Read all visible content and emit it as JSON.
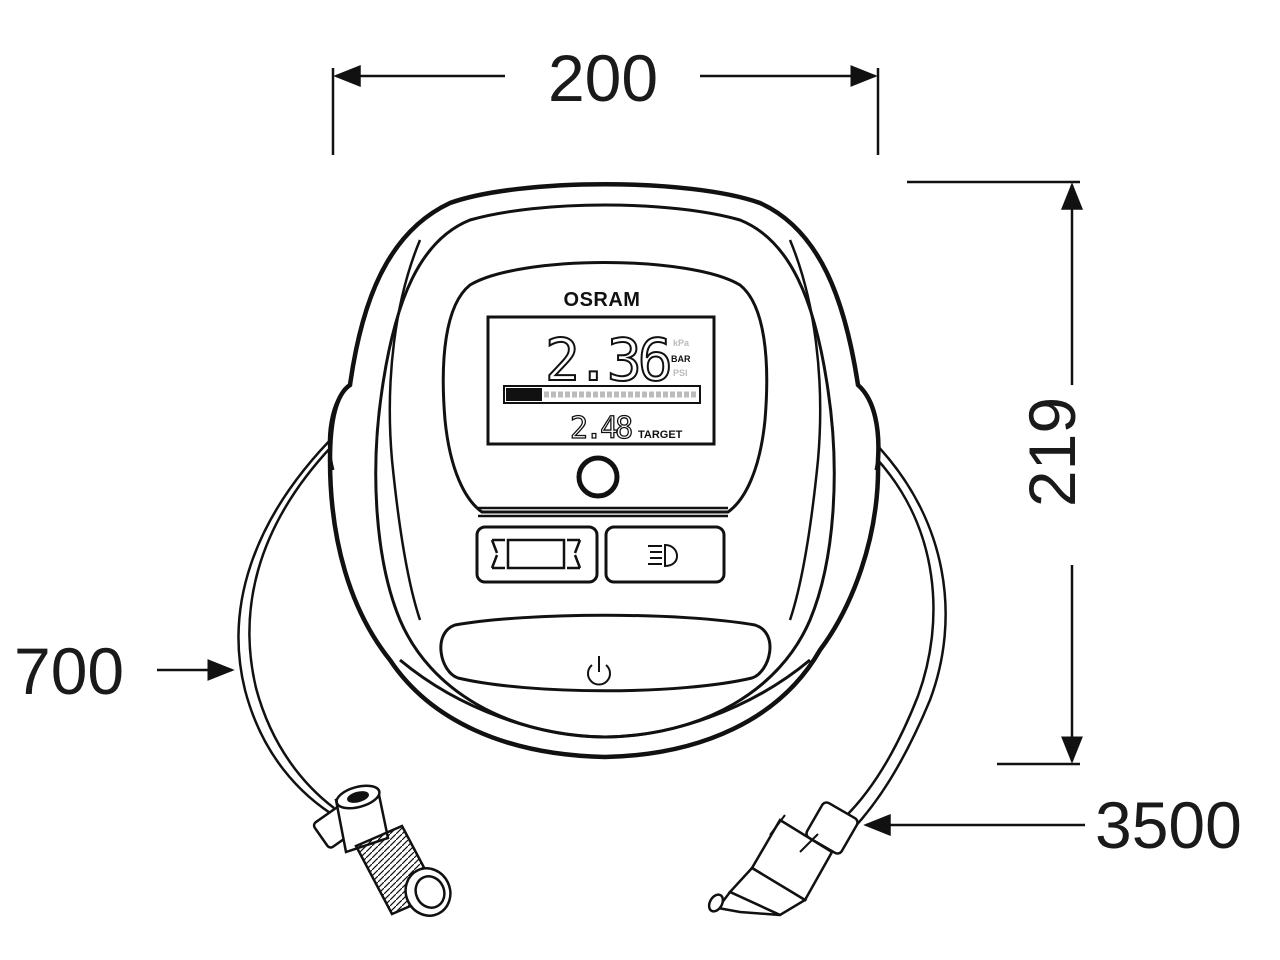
{
  "dimensions": {
    "width": "200",
    "height": "219",
    "hose_length": "700",
    "cable_length": "3500"
  },
  "device": {
    "brand": "OSRAM",
    "display": {
      "main_reading": "2.36",
      "units": [
        "kPa",
        "BAR",
        "PSI"
      ],
      "active_unit": "BAR",
      "target_value": "2.48",
      "target_label": "TARGET"
    },
    "buttons": [
      "unit-display-button",
      "light-button",
      "power-button"
    ],
    "icons": [
      "headlight-icon",
      "power-icon"
    ]
  },
  "colors": {
    "line": "#111111",
    "background": "#ffffff"
  }
}
